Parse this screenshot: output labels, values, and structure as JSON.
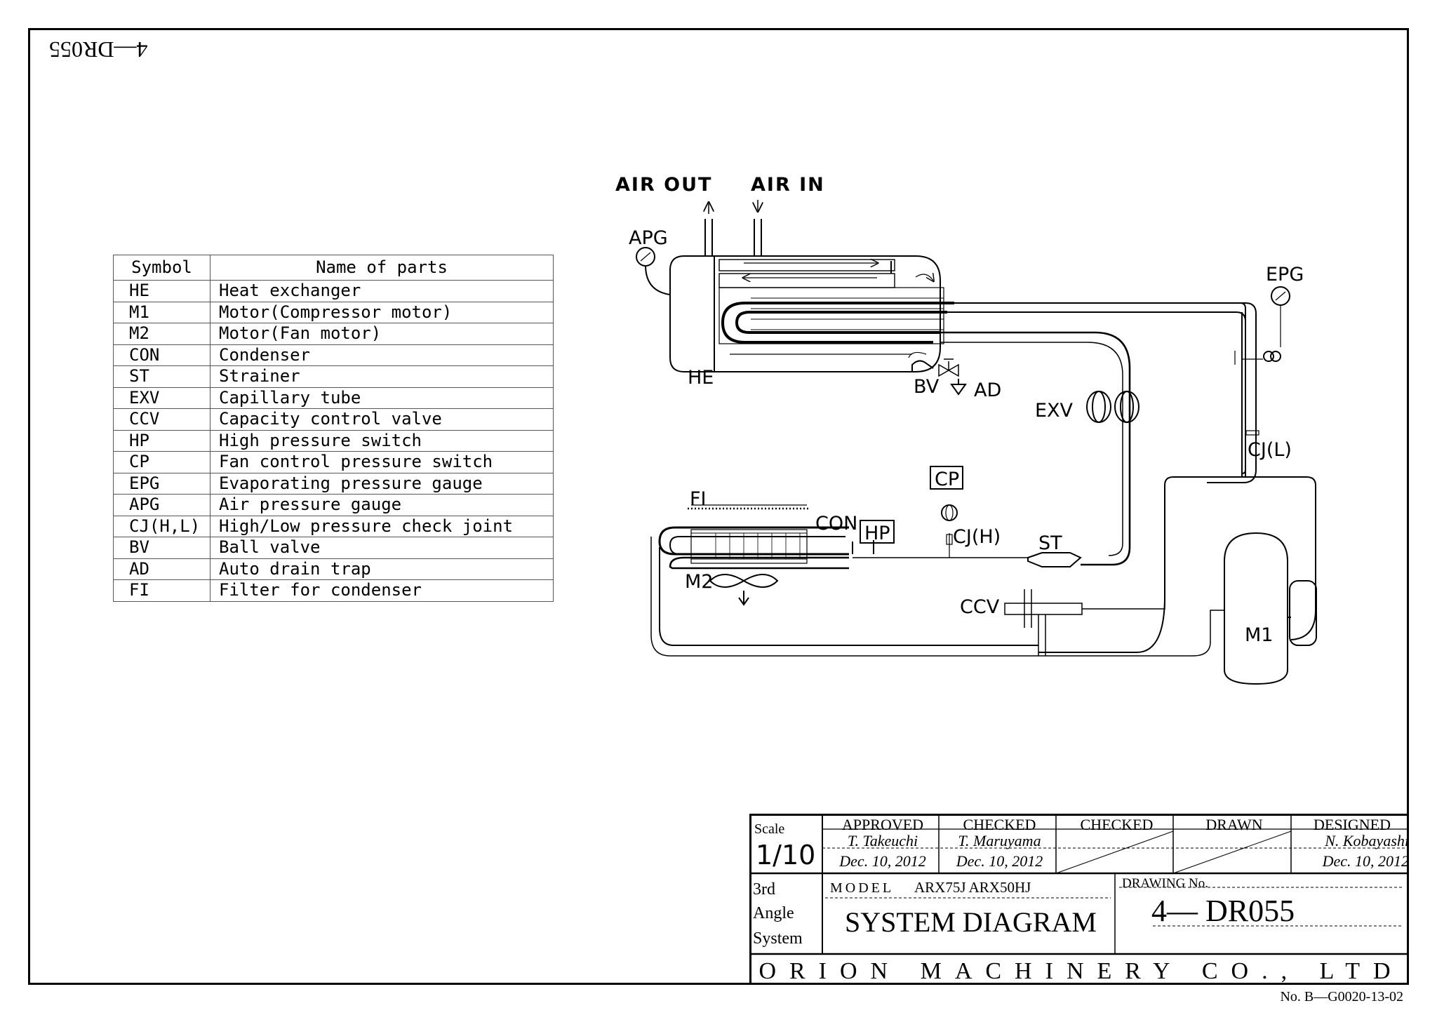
{
  "mirrored_drawing_number": "4—DR055",
  "diagram_labels": {
    "air_out": "AIR OUT",
    "air_in": "AIR IN",
    "apg": "APG",
    "epg": "EPG",
    "he": "HE",
    "bv": "BV",
    "ad": "AD",
    "exv": "EXV",
    "cjl": "CJ(L)",
    "cp": "CP",
    "cjh": "CJ(H)",
    "fi": "FI",
    "con": "CON",
    "hp": "HP",
    "st": "ST",
    "m2": "M2",
    "ccv": "CCV",
    "m1": "M1"
  },
  "parts_table": {
    "header_symbol": "Symbol",
    "header_name": "Name of parts",
    "rows": [
      {
        "symbol": "HE",
        "name": "Heat exchanger"
      },
      {
        "symbol": "M1",
        "name": "Motor(Compressor motor)"
      },
      {
        "symbol": "M2",
        "name": "Motor(Fan motor)"
      },
      {
        "symbol": "CON",
        "name": "Condenser"
      },
      {
        "symbol": "ST",
        "name": "Strainer"
      },
      {
        "symbol": "EXV",
        "name": "Capillary tube"
      },
      {
        "symbol": "CCV",
        "name": "Capacity control valve"
      },
      {
        "symbol": "HP",
        "name": "High pressure switch"
      },
      {
        "symbol": "CP",
        "name": "Fan control pressure switch"
      },
      {
        "symbol": "EPG",
        "name": "Evaporating pressure gauge"
      },
      {
        "symbol": "APG",
        "name": "Air pressure gauge"
      },
      {
        "symbol": "CJ(H,L)",
        "name": "High/Low pressure check joint"
      },
      {
        "symbol": "BV",
        "name": "Ball valve"
      },
      {
        "symbol": "AD",
        "name": "Auto drain trap"
      },
      {
        "symbol": "FI",
        "name": "Filter for condenser"
      }
    ]
  },
  "title_block": {
    "scale_label": "Scale",
    "scale_value": "1/10",
    "approved_label": "APPROVED",
    "approved_name": "T. Takeuchi",
    "approved_date": "Dec. 10, 2012",
    "checked1_label": "CHECKED",
    "checked1_name": "T. Maruyama",
    "checked1_date": "Dec. 10, 2012",
    "checked2_label": "CHECKED",
    "drawn_label": "DRAWN",
    "designed_label": "DESIGNED",
    "designed_name": "N. Kobayashi",
    "designed_date": "Dec. 10, 2012",
    "projection_line1": "3rd",
    "projection_line2": "Angle",
    "projection_line3": "System",
    "model_label": "MODEL",
    "model_value": "ARX75J ARX50HJ",
    "title": "SYSTEM DIAGRAM",
    "drawing_no_label": "DRAWING No.",
    "drawing_no": "4— DR055",
    "company": "ORION MACHINERY CO., LTD"
  },
  "document_number": "No. B—G0020-13-02"
}
